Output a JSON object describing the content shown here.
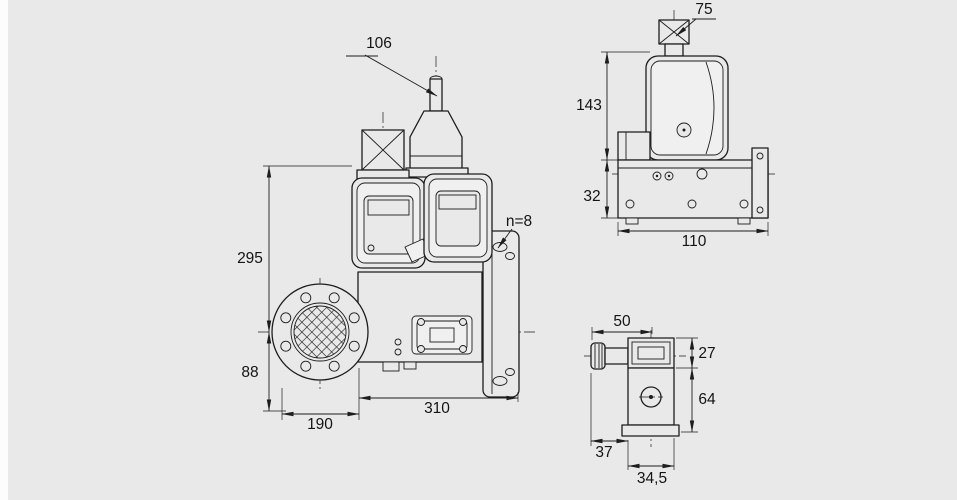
{
  "colors": {
    "background": "#e9e9e9",
    "line": "#1d1d1d"
  },
  "views": {
    "front": {
      "name": "front-view-double-solenoid-valve",
      "dims": {
        "d106": "106",
        "d295": "295",
        "d88": "88",
        "d190": "190",
        "d310": "310",
        "bolts": "n=8"
      }
    },
    "side": {
      "name": "side-view-single-valve",
      "dims": {
        "d75": "75",
        "d143": "143",
        "d32": "32",
        "d110": "110"
      }
    },
    "detail": {
      "name": "solenoid-detail-view",
      "dims": {
        "d50": "50",
        "d27": "27",
        "d64": "64",
        "d37": "37",
        "d34_5": "34,5"
      }
    }
  }
}
